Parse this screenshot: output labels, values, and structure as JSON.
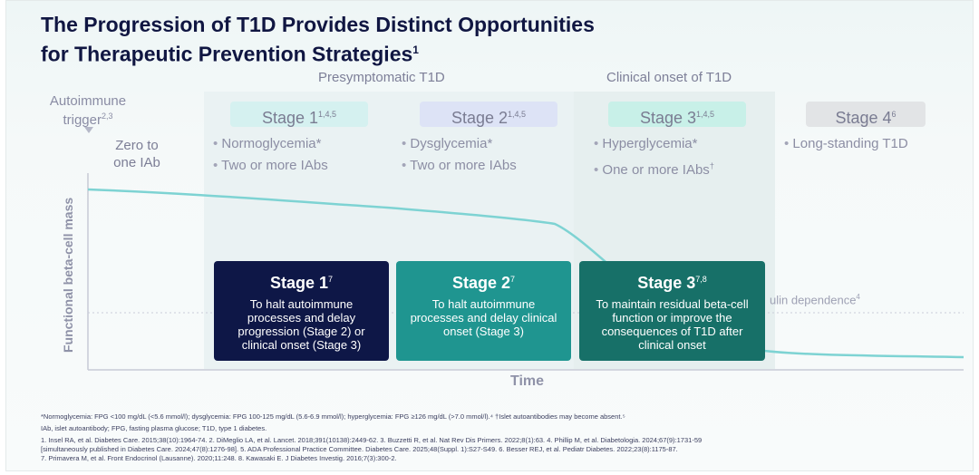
{
  "title_line1": "The Progression of T1D Provides Distinct Opportunities",
  "title_line2": "for Therapeutic Prevention Strategies",
  "title_ref": "1",
  "phases": {
    "presymptomatic": "Presymptomatic T1D",
    "clinical": "Clinical onset of T1D"
  },
  "trigger": {
    "line1": "Autoimmune",
    "line2": "trigger",
    "ref": "2,3"
  },
  "zero_iab": {
    "line1": "Zero to",
    "line2": "one IAb"
  },
  "stages": [
    {
      "label": "Stage 1",
      "ref": "1,4,5",
      "bullets": [
        "Normoglycemia*",
        "Two or more IAbs"
      ],
      "bullet_refs": [
        "",
        ""
      ],
      "color": "#d5f1f0"
    },
    {
      "label": "Stage 2",
      "ref": "1,4,5",
      "bullets": [
        "Dysglycemia*",
        "Two or more IAbs"
      ],
      "bullet_refs": [
        "",
        ""
      ],
      "color": "#dde3f6"
    },
    {
      "label": "Stage 3",
      "ref": "1,4,5",
      "bullets": [
        "Hyperglycemia*",
        "One or more IAbs"
      ],
      "bullet_refs": [
        "",
        "†"
      ],
      "color": "#c8f0e8"
    },
    {
      "label": "Stage 4",
      "ref": "6",
      "bullets": [
        "Long-standing T1D"
      ],
      "bullet_refs": [
        ""
      ],
      "color": "#e2e4e6"
    }
  ],
  "axes": {
    "y": "Functional beta-cell mass",
    "x": "Time"
  },
  "insulin_dependence": {
    "text": "ulin dependence",
    "ref": "4"
  },
  "boxes": [
    {
      "title": "Stage 1",
      "ref": "7",
      "text": "To halt autoimmune processes and delay progression (Stage 2) or clinical onset (Stage 3)",
      "color": "#0e1747"
    },
    {
      "title": "Stage 2",
      "ref": "7",
      "text": "To halt autoimmune processes and delay clinical onset (Stage 3)",
      "color": "#1f9590"
    },
    {
      "title": "Stage 3",
      "ref": "7,8",
      "text": "To maintain residual beta-cell function or improve the consequences of T1D after clinical onset",
      "color": "#177068"
    }
  ],
  "colors": {
    "curve": "#7ed3d3",
    "axis": "#c7cad6",
    "title": "#101642"
  },
  "footnotes": [
    "*Normoglycemia: FPG <100 mg/dL (<5.6 mmol/l); dysglycemia: FPG 100-125 mg/dL (5.6-6.9 mmol/l); hyperglycemia: FPG ≥126 mg/dL (>7.0 mmol/l).⁴ †Islet autoantibodies may become absent.⁵",
    "IAb, islet autoantibody; FPG, fasting plasma glucose; T1D, type 1 diabetes.",
    "1. Insel RA, et al. Diabetes Care. 2015;38(10):1964-74. 2. DiMeglio LA, et al. Lancet. 2018;391(10138):2449-62. 3. Buzzetti R, et al. Nat Rev Dis Primers. 2022;8(1):63. 4. Phillip M, et al. Diabetologia. 2024;67(9):1731-59",
    "[simultaneously published in Diabetes Care. 2024;47(8):1276-98]. 5. ADA Professional Practice Committee. Diabetes Care. 2025;48(Suppl. 1):S27-S49. 6. Besser REJ, et al. Pediatr Diabetes. 2022;23(8):1175-87.",
    "7. Primavera M, et al. Front Endocrinol (Lausanne). 2020;11:248. 8. Kawasaki E. J Diabetes Investig. 2016;7(3):300-2."
  ]
}
